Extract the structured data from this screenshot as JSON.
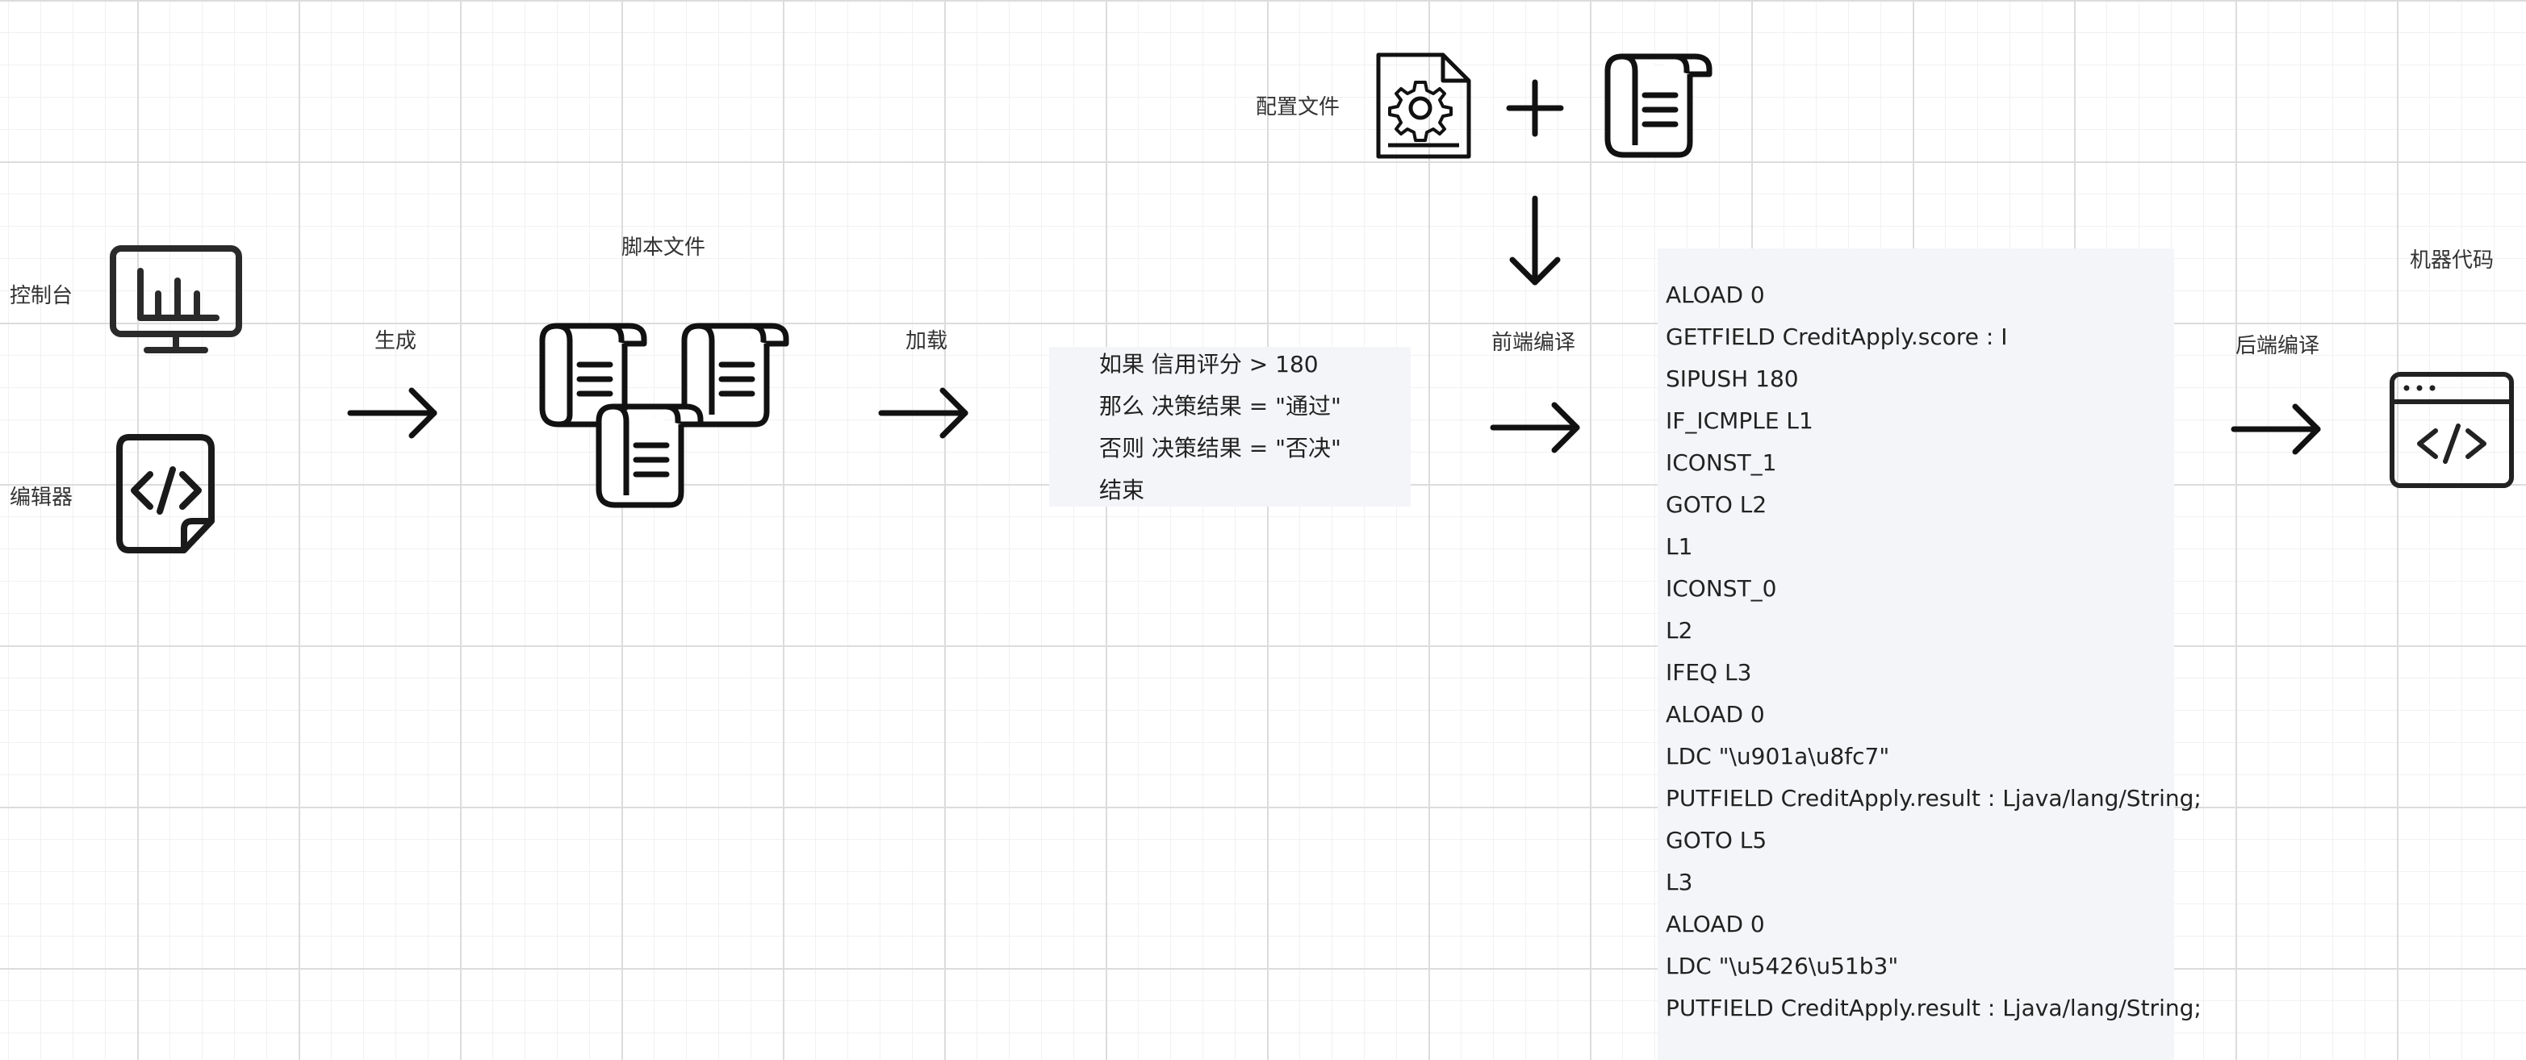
{
  "labels": {
    "console": "控制台",
    "editor": "编辑器",
    "generate": "生成",
    "script_files": "脚本文件",
    "load": "加载",
    "config_file": "配置文件",
    "frontend_compile": "前端编译",
    "backend_compile": "后端编译",
    "machine_code": "机器代码"
  },
  "pseudo_code": [
    "如果 信用评分 > 180",
    "那么 决策结果 = \"通过\"",
    "否则 决策结果 = \"否决\"",
    "结束"
  ],
  "bytecode": [
    "ALOAD 0",
    "GETFIELD CreditApply.score : I",
    "SIPUSH 180",
    "IF_ICMPLE L1",
    "ICONST_1",
    "GOTO L2",
    "L1",
    "ICONST_0",
    "L2",
    "IFEQ L3",
    "ALOAD 0",
    "LDC \"\\u901a\\u8fc7\"",
    "PUTFIELD CreditApply.result : Ljava/lang/String;",
    "GOTO L5",
    "L3",
    "ALOAD 0",
    "LDC \"\\u5426\\u51b3\"",
    "PUTFIELD CreditApply.result : Ljava/lang/String;"
  ],
  "icons": {
    "console": "dashboard-monitor-icon",
    "editor": "code-file-icon",
    "scripts": "scroll-icon",
    "config": "settings-file-icon",
    "plus": "plus-icon",
    "arrow": "arrow-icon",
    "machine": "code-window-icon"
  },
  "colors": {
    "stroke": "#1a1a1a",
    "panel_bg": "#f4f5f8"
  }
}
